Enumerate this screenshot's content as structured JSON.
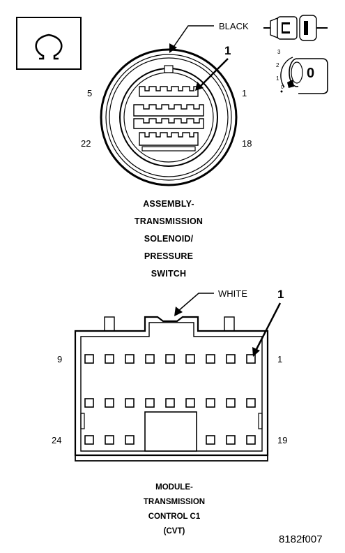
{
  "legend_symbol": {
    "icon": "omega-icon",
    "glyph": "Ω"
  },
  "connector_1": {
    "color_label": "BLACK",
    "callout": "1",
    "pin_left": "5",
    "pin_right": "1",
    "pin_bottom_left": "22",
    "pin_bottom_right": "18",
    "title_lines": [
      "ASSEMBLY-",
      "TRANSMISSION",
      "SOLENOID/",
      "PRESSURE",
      "SWITCH"
    ],
    "key_icon": {
      "label": "0",
      "positions": [
        "3",
        "2",
        "1",
        "0"
      ]
    }
  },
  "connector_2": {
    "color_label": "WHITE",
    "callout": "1",
    "pin_top_left": "9",
    "pin_top_right": "1",
    "pin_bottom_left": "24",
    "pin_bottom_right": "19",
    "title_lines": [
      "MODULE-",
      "TRANSMISSION",
      "CONTROL C1",
      "(CVT)"
    ]
  },
  "figure_code": "8182f007"
}
